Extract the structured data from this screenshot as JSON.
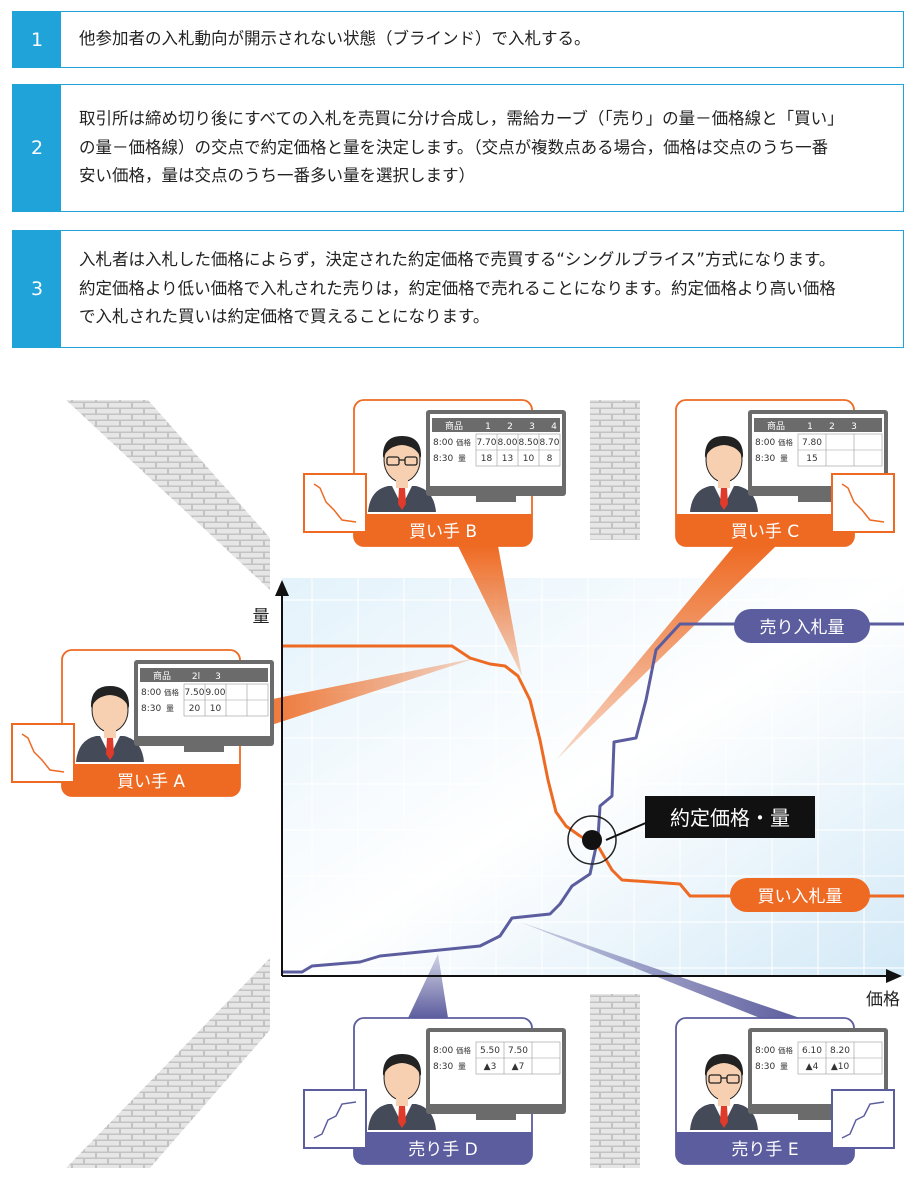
{
  "steps": [
    {
      "number": "1",
      "text": "他参加者の入札動向が開示されない状態（ブラインド）で入札する。"
    },
    {
      "number": "2",
      "text": "取引所は締め切り後にすべての入札を売買に分け合成し，需給カーブ（「売り」の量－価格線と「買い」\nの量－価格線）の交点で約定価格と量を決定します。（交点が複数点ある場合，価格は交点のうち一番\n安い価格，量は交点のうち一番多い量を選択します）"
    },
    {
      "number": "3",
      "text": "入札者は入札した価格によらず，決定された約定価格で売買する“シングルプライス”方式になります。\n約定価格より低い価格で入札された売りは，約定価格で売れることになります。約定価格より高い価格\nで入札された買いは約定価格で買えることになります。"
    }
  ],
  "chart": {
    "ylabel": "量",
    "xlabel": "価格",
    "sell_curve_label": "売り入札量",
    "buy_curve_label": "買い入札量",
    "intersection_label": "約定価格・量",
    "colors": {
      "accent": "#1fa3d9",
      "buy": "#ee6a23",
      "sell": "#5c5d9e"
    }
  },
  "participants": [
    {
      "id": "buyer-b",
      "label": "買い手 B",
      "role": "buy",
      "glasses": true,
      "table": {
        "header": [
          "商品",
          "1",
          "2",
          "3",
          "4"
        ],
        "time_from": "8:00",
        "time_to": "8:30",
        "price_label": "価格",
        "qty_label": "量",
        "prices": [
          "7.70",
          "8.00",
          "8.50",
          "8.70"
        ],
        "qtys": [
          "18",
          "13",
          "10",
          "8"
        ]
      }
    },
    {
      "id": "buyer-c",
      "label": "買い手 C",
      "role": "buy",
      "glasses": false,
      "table": {
        "header": [
          "商品",
          "1",
          "2",
          "3"
        ],
        "time_from": "8:00",
        "time_to": "8:30",
        "price_label": "価格",
        "qty_label": "量",
        "prices": [
          "7.80",
          "",
          ""
        ],
        "qtys": [
          "15",
          "",
          ""
        ]
      }
    },
    {
      "id": "buyer-a",
      "label": "買い手 A",
      "role": "buy",
      "glasses": false,
      "table": {
        "header": [
          "商品",
          "2l",
          "3",
          ""
        ],
        "time_from": "8:00",
        "time_to": "8:30",
        "price_label": "価格",
        "qty_label": "量",
        "prices": [
          "7.50",
          "9.00",
          "",
          ""
        ],
        "qtys": [
          "20",
          "10",
          "",
          ""
        ]
      }
    },
    {
      "id": "seller-d",
      "label": "売り手 D",
      "role": "sell",
      "glasses": false,
      "table": {
        "header": [],
        "time_from": "8:00",
        "time_to": "8:30",
        "price_label": "価格",
        "qty_label": "量",
        "prices": [
          "5.50",
          "7.50",
          ""
        ],
        "qtys": [
          "▲3",
          "▲7",
          ""
        ]
      }
    },
    {
      "id": "seller-e",
      "label": "売り手 E",
      "role": "sell",
      "glasses": true,
      "table": {
        "header": [],
        "time_from": "8:00",
        "time_to": "8:30",
        "price_label": "価格",
        "qty_label": "量",
        "prices": [
          "6.10",
          "8.20",
          ""
        ],
        "qtys": [
          "▲4",
          "▲10",
          ""
        ]
      }
    }
  ]
}
